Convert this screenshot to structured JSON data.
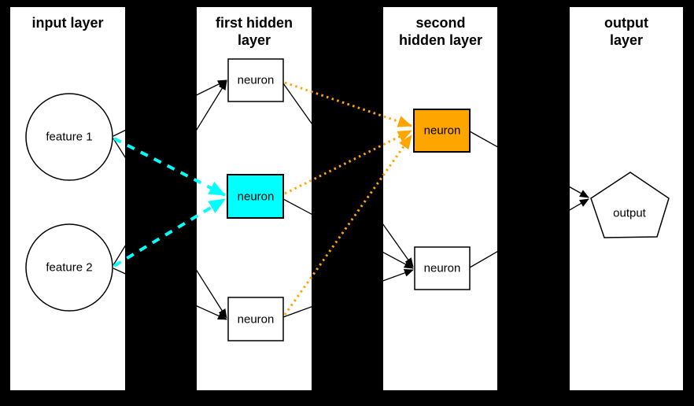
{
  "diagram_type": "feed-forward neural network",
  "colors": {
    "background": "#000000",
    "panel": "#FFFFFF",
    "node_fill": "#FFFFFF",
    "node_border": "#000000",
    "black_edge": "#000000",
    "cyan_highlight": "#00FFFF",
    "orange_highlight": "#FFA500"
  },
  "layers": [
    {
      "title": "input layer",
      "nodes": [
        {
          "label": "feature 1",
          "shape": "circle"
        },
        {
          "label": "feature 2",
          "shape": "circle"
        }
      ]
    },
    {
      "title": "first hidden layer",
      "nodes": [
        {
          "label": "neuron",
          "shape": "rect",
          "fill": "#FFFFFF"
        },
        {
          "label": "neuron",
          "shape": "rect",
          "fill": "#00FFFF"
        },
        {
          "label": "neuron",
          "shape": "rect",
          "fill": "#FFFFFF"
        }
      ]
    },
    {
      "title": "second hidden layer",
      "nodes": [
        {
          "label": "neuron",
          "shape": "rect",
          "fill": "#FFA500"
        },
        {
          "label": "neuron",
          "shape": "rect",
          "fill": "#FFFFFF"
        }
      ]
    },
    {
      "title": "output layer",
      "nodes": [
        {
          "label": "output",
          "shape": "pentagon"
        }
      ]
    }
  ],
  "connections": [
    {
      "from": "feature 1",
      "to": "first hidden neuron top",
      "style": "thin solid black arrow"
    },
    {
      "from": "feature 1",
      "to": "first hidden neuron middle",
      "style": "thick dashed cyan arrow"
    },
    {
      "from": "feature 1",
      "to": "first hidden neuron bottom",
      "style": "thin solid black arrow"
    },
    {
      "from": "feature 2",
      "to": "first hidden neuron top",
      "style": "thin solid black arrow"
    },
    {
      "from": "feature 2",
      "to": "first hidden neuron middle",
      "style": "thick dashed cyan arrow"
    },
    {
      "from": "feature 2",
      "to": "first hidden neuron bottom",
      "style": "thin solid black arrow"
    },
    {
      "from": "first hidden neuron top",
      "to": "second hidden neuron top",
      "style": "dotted orange arrow"
    },
    {
      "from": "first hidden neuron top",
      "to": "second hidden neuron bottom",
      "style": "thin solid black arrow"
    },
    {
      "from": "first hidden neuron middle",
      "to": "second hidden neuron top",
      "style": "dotted orange arrow"
    },
    {
      "from": "first hidden neuron middle",
      "to": "second hidden neuron bottom",
      "style": "thin solid black arrow"
    },
    {
      "from": "first hidden neuron bottom",
      "to": "second hidden neuron top",
      "style": "dotted orange arrow"
    },
    {
      "from": "first hidden neuron bottom",
      "to": "second hidden neuron bottom",
      "style": "thin solid black arrow"
    },
    {
      "from": "second hidden neuron top",
      "to": "output",
      "style": "thin solid black arrow"
    },
    {
      "from": "second hidden neuron bottom",
      "to": "output",
      "style": "thin solid black arrow"
    }
  ]
}
